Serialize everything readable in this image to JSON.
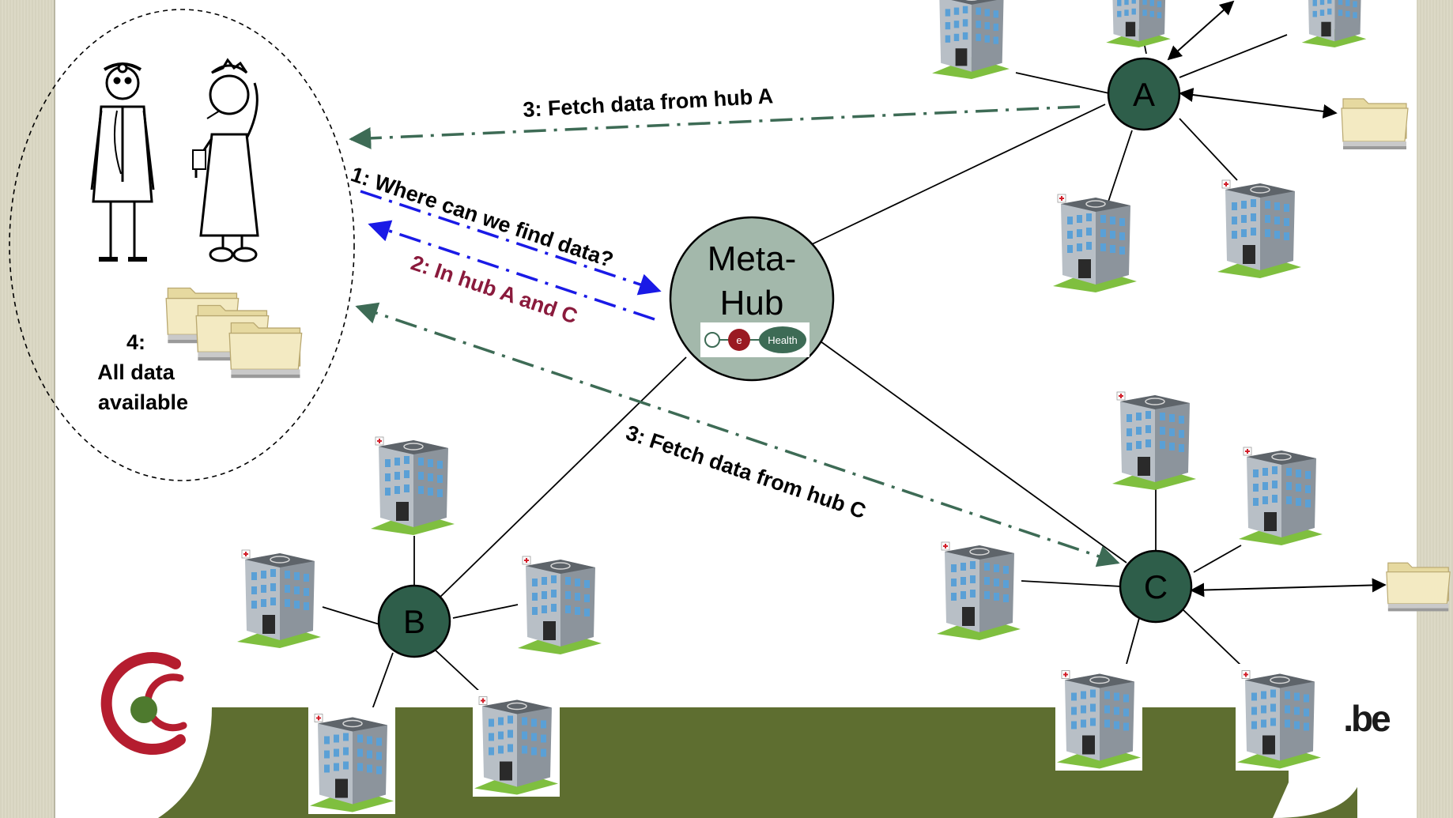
{
  "colors": {
    "hub_fill": "#2e5e4a",
    "metahub_fill": "#a3b8ab",
    "green_band": "#5e6e30",
    "fetch_arrow": "#3d6b55",
    "query_arrow": "#1a1ae6",
    "answer_text": "#8a1a3c",
    "logo_red": "#b51d2f",
    "logo_green": "#4e7a2e"
  },
  "labels": {
    "step1": "1: Where can we find data?",
    "step2": "2: In hub A and C",
    "step3a": "3: Fetch data from hub A",
    "step3c": "3: Fetch data from hub C",
    "step4_line1": "4:",
    "step4_line2": "All data",
    "step4_line3": "available"
  },
  "hubs": {
    "a": "A",
    "b": "B",
    "c": "C",
    "meta_line1": "Meta-",
    "meta_line2": "Hub",
    "ehealth_badge": "Health",
    "ehealth_e": "e"
  },
  "footer": {
    "be_logo": ".be"
  }
}
